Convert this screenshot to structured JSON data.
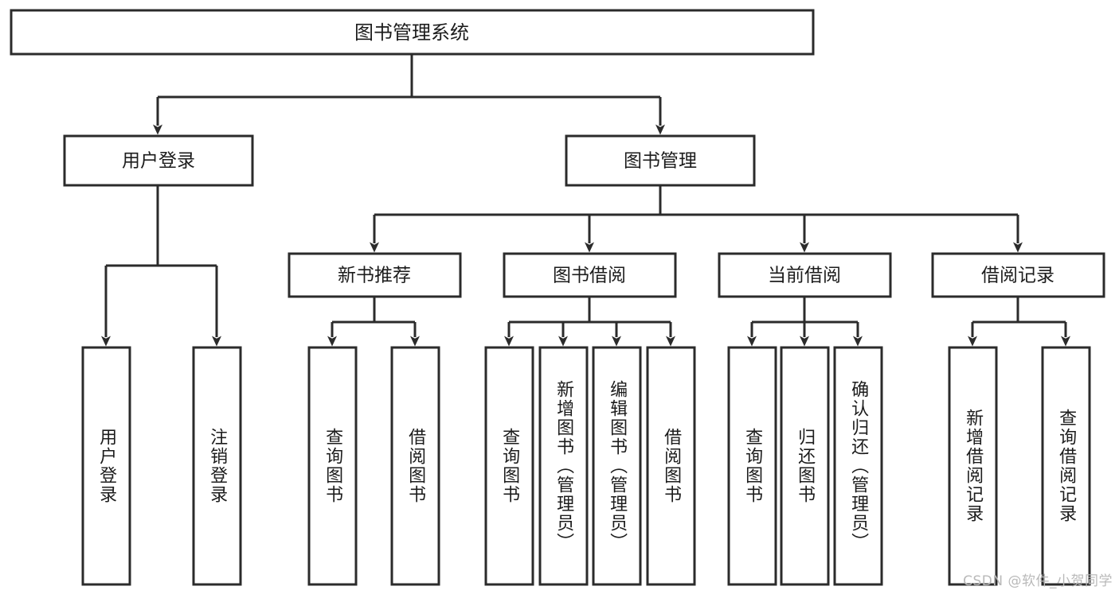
{
  "diagram": {
    "type": "tree",
    "title": "图书管理系统",
    "watermark": "CSDN @软件_小贺同学",
    "root": {
      "id": "root",
      "label": "图书管理系统"
    },
    "level2": [
      {
        "id": "user-login",
        "label": "用户登录"
      },
      {
        "id": "book-manage",
        "label": "图书管理"
      }
    ],
    "level3": [
      {
        "id": "new-book-rec",
        "label": "新书推荐",
        "parent": "book-manage"
      },
      {
        "id": "book-borrow",
        "label": "图书借阅",
        "parent": "book-manage"
      },
      {
        "id": "current-borrow",
        "label": "当前借阅",
        "parent": "book-manage"
      },
      {
        "id": "borrow-record",
        "label": "借阅记录",
        "parent": "book-manage"
      }
    ],
    "leaves": {
      "user-login": [
        {
          "id": "leaf-user-login",
          "label": "用户登录"
        },
        {
          "id": "leaf-user-logout",
          "label": "注销登录"
        }
      ],
      "new-book-rec": [
        {
          "id": "leaf-query-book-1",
          "label": "查询图书"
        },
        {
          "id": "leaf-borrow-book-1",
          "label": "借阅图书"
        }
      ],
      "book-borrow": [
        {
          "id": "leaf-query-book-2",
          "label": "查询图书"
        },
        {
          "id": "leaf-add-book",
          "label": "新增图书（管理员）"
        },
        {
          "id": "leaf-edit-book",
          "label": "编辑图书（管理员）"
        },
        {
          "id": "leaf-borrow-book-2",
          "label": "借阅图书"
        }
      ],
      "current-borrow": [
        {
          "id": "leaf-query-book-3",
          "label": "查询图书"
        },
        {
          "id": "leaf-return-book",
          "label": "归还图书"
        },
        {
          "id": "leaf-confirm-return",
          "label": "确认归还（管理员）"
        }
      ],
      "borrow-record": [
        {
          "id": "leaf-add-record",
          "label": "新增借阅记录"
        },
        {
          "id": "leaf-query-record",
          "label": "查询借阅记录"
        }
      ]
    },
    "colors": {
      "stroke": "#2b2b2b",
      "fill": "#ffffff",
      "text": "#1c1c1c",
      "watermark": "#b9b9b9"
    }
  }
}
